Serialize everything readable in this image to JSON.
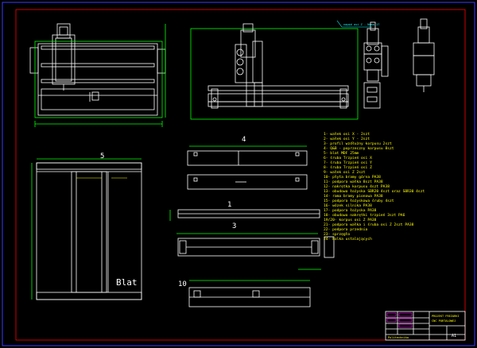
{
  "drawing": {
    "background": "#000000",
    "colors": {
      "frame": "#3a3aff",
      "inner_frame": "#ff0000",
      "geometry": "#ffffff",
      "green": "#00ff00",
      "yellow": "#ffff00",
      "cyan": "#00ffff",
      "magenta": "#ff00ff"
    },
    "view_labels": {
      "v1": "1",
      "v3": "3",
      "v4": "4",
      "v5": "5",
      "v10": "10",
      "blat": "Blat",
      "callout": "napęd osi Z - Nema 17"
    },
    "parts_list": [
      "1-  wałek osi X - 2szt",
      "2-  wałek osi Y - 2szt",
      "3-  profil wzdłużny korpusu 2szt",
      "4-  Q&B - poprzeczny korpusu 8szt",
      "5-  blat MDF 25mm",
      "6-  śruba Trzpień osi X",
      "7-  śruba Trzpień osi Y",
      "8-  śruba Trzpień osi Z",
      "9-  wałek osi Z 2szt",
      "10- płyta bramy górna PA38",
      "11- podpora wałka 8szt PA38",
      "12- nakrętka korpusu 4szt PA38",
      "13- obudowa łożyska SBR20 4szt oraz SBR30 4szt",
      "14- rama bramy pionowa PA38",
      "15- podpora łożyskowa śruby 4szt",
      "16- wózek silnika PA38",
      "17- podpora łożyska PA38",
      "18- obudowa nakrętki trzpień 3szt PA6",
      "19/20- korpus osi Z PA38",
      "21- podpora wałka i śruba osi Z 2szt PA38",
      "22- podpora przednia",
      "23- sprzęgło",
      "24- kolka ustalających"
    ],
    "title_block": {
      "title_line1": "PROJEKT FREZARKI",
      "title_line2": "CNC PORTALOWEJ",
      "footer": "Politechnika",
      "sheet": "A1"
    }
  }
}
